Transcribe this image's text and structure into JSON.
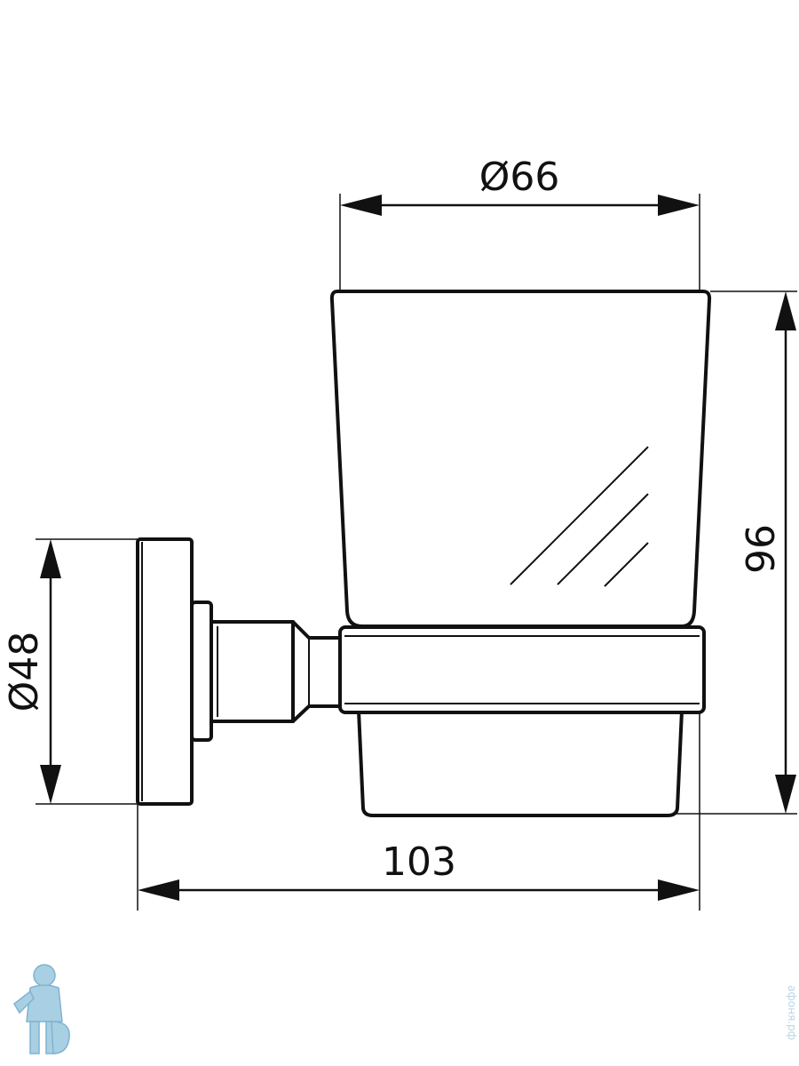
{
  "dimensions": {
    "cup_diameter": "Ø66",
    "total_height": "96",
    "base_diameter": "Ø48",
    "total_depth": "103"
  },
  "watermark": {
    "text": "афоня.рф",
    "color": "#9fc7dd"
  },
  "colors": {
    "line": "#111111",
    "background": "#ffffff"
  }
}
